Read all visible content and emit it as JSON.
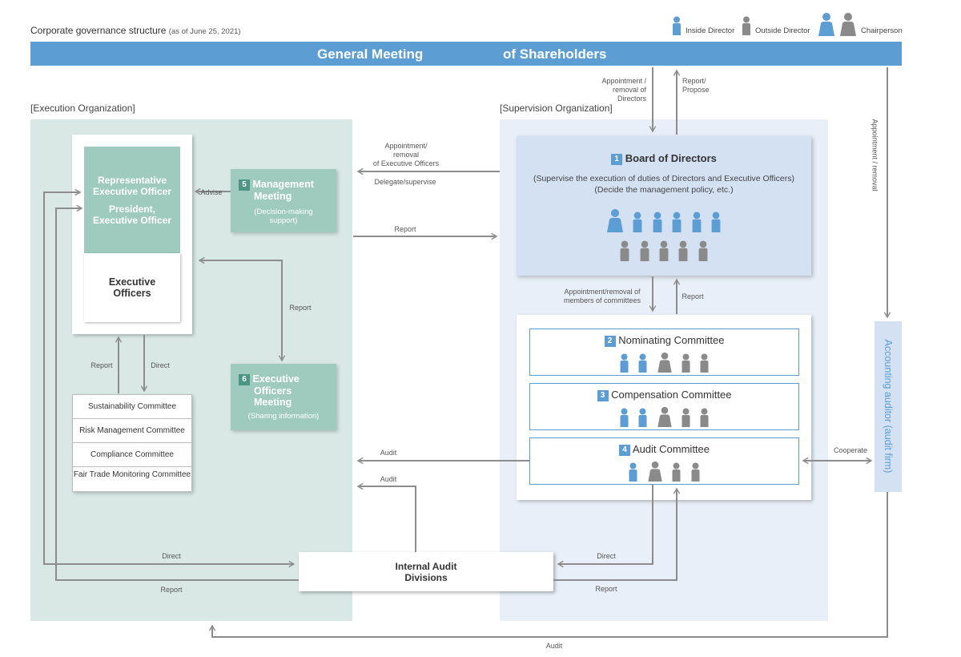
{
  "title": {
    "main": "Corporate governance structure",
    "date": "(as of June 25, 2021)"
  },
  "legend": {
    "inside": "Inside Director",
    "outside": "Outside Director",
    "chair": "Chairperson"
  },
  "banner": {
    "left": "General Meeting",
    "right": "of Shareholders"
  },
  "sections": {
    "execution": "[Execution Organization]",
    "supervision": "[Supervision Organization]"
  },
  "exec_officer": {
    "rep_line1": "Representative",
    "rep_line2": "Executive Officer",
    "pres_line1": "President,",
    "pres_line2": "Executive Officer",
    "eo_line1": "Executive",
    "eo_line2": "Officers"
  },
  "mgmt_meeting": {
    "num": "5",
    "line1": "Management",
    "line2": "Meeting",
    "sub1": "(Decision-making",
    "sub2": "support)"
  },
  "eo_meeting": {
    "num": "6",
    "line1": "Executive",
    "line2": "Officers",
    "line3": "Meeting",
    "sub": "(Sharing information)"
  },
  "committees_list": [
    "Sustainability Committee",
    "Risk Management Committee",
    "Compliance Committee",
    "Fair Trade Monitoring Committee"
  ],
  "board": {
    "num": "1",
    "title": "Board of Directors",
    "desc1": "(Supervise the execution of duties of Directors and Executive Officers)",
    "desc2": "(Decide the management policy, etc.)"
  },
  "nominating": {
    "num": "2",
    "title": "Nominating Committee"
  },
  "compensation": {
    "num": "3",
    "title": "Compensation Committee"
  },
  "audit_committee": {
    "num": "4",
    "title": "Audit Committee"
  },
  "accounting_auditor": "Accounting auditor (audit firm)",
  "internal_audit": {
    "line1": "Internal Audit",
    "line2": "Divisions"
  },
  "labels": {
    "appointment_directors_1": "Appointment /",
    "appointment_directors_2": "removal of Directors",
    "report_propose_1": "Report/",
    "report_propose_2": "Propose",
    "appointment_removal_vertical": "Appointment / removal",
    "appt_exec_1": "Appointment/",
    "appt_exec_2": "removal",
    "appt_exec_3": "of Executive Officers",
    "delegate": "Delegate/supervise",
    "report_board": "Report",
    "advise": "Advise",
    "report_eom": "Report",
    "appt_members_1": "Appointment/removal of",
    "appt_members_2": "members of committees",
    "report_committees": "Report",
    "report_eo": "Report",
    "direct_eo": "Direct",
    "audit_1": "Audit",
    "audit_2": "Audit",
    "cooperate": "Cooperate",
    "direct_ia_left": "Direct",
    "report_ia_left": "Report",
    "direct_ia_right": "Direct",
    "report_ia_right": "Report",
    "audit_bottom": "Audit"
  },
  "colors": {
    "banner": "#5c9ed4",
    "inside": "#5c9ed4",
    "outside": "#8a8a8a",
    "teal": "#9fcbbf",
    "arrow": "#8c8c8c"
  }
}
